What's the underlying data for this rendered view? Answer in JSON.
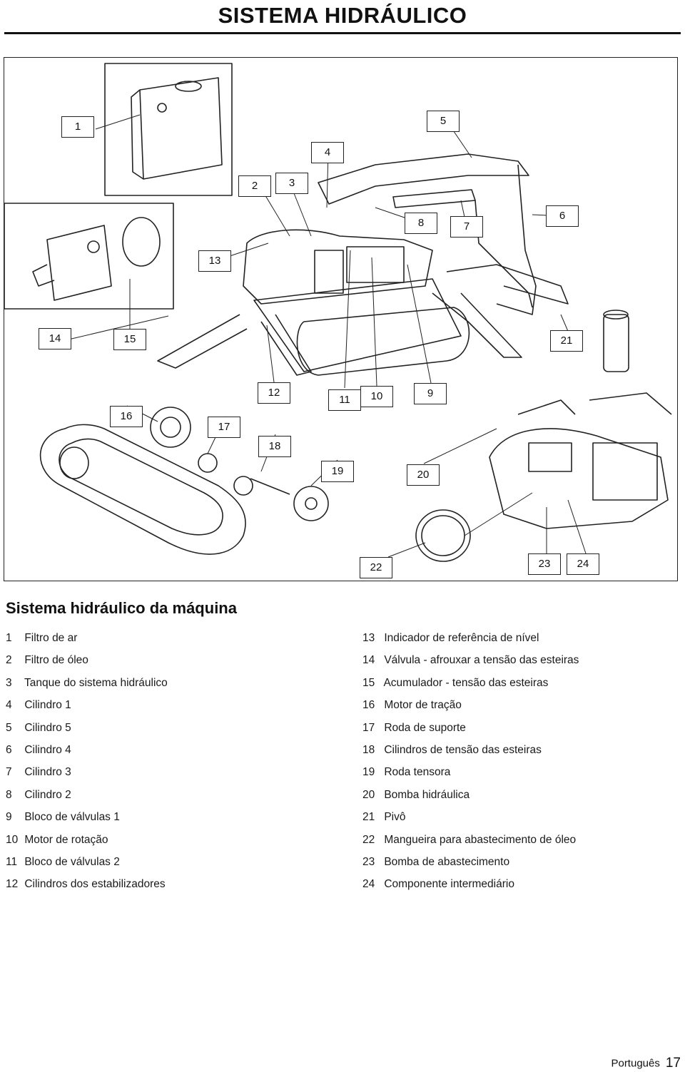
{
  "header": {
    "title": "SISTEMA HIDRÁULICO"
  },
  "figure": {
    "callouts": [
      "1",
      "2",
      "3",
      "4",
      "5",
      "6",
      "7",
      "8",
      "9",
      "10",
      "11",
      "12",
      "13",
      "14",
      "15",
      "16",
      "17",
      "18",
      "19",
      "20",
      "21",
      "22",
      "23",
      "24"
    ]
  },
  "legend": {
    "heading": "Sistema hidráulico da máquina",
    "left": [
      {
        "num": "1",
        "label": "Filtro de ar"
      },
      {
        "num": "2",
        "label": "Filtro de óleo"
      },
      {
        "num": "3",
        "label": "Tanque do sistema hidráulico"
      },
      {
        "num": "4",
        "label": "Cilindro 1"
      },
      {
        "num": "5",
        "label": "Cilindro 5"
      },
      {
        "num": "6",
        "label": "Cilindro 4"
      },
      {
        "num": "7",
        "label": "Cilindro 3"
      },
      {
        "num": "8",
        "label": "Cilindro 2"
      },
      {
        "num": "9",
        "label": "Bloco de válvulas 1"
      },
      {
        "num": "10",
        "label": "Motor de rotação"
      },
      {
        "num": "11",
        "label": "Bloco de válvulas 2"
      },
      {
        "num": "12",
        "label": "Cilindros dos estabilizadores"
      }
    ],
    "right": [
      {
        "num": "13",
        "label": "Indicador de referência de nível"
      },
      {
        "num": "14",
        "label": "Válvula - afrouxar a tensão das esteiras"
      },
      {
        "num": "15",
        "label": "Acumulador - tensão das esteiras"
      },
      {
        "num": "16",
        "label": "Motor de tração"
      },
      {
        "num": "17",
        "label": "Roda de suporte"
      },
      {
        "num": "18",
        "label": "Cilindros de tensão das esteiras"
      },
      {
        "num": "19",
        "label": "Roda tensora"
      },
      {
        "num": "20",
        "label": "Bomba hidráulica"
      },
      {
        "num": "21",
        "label": "Pivô"
      },
      {
        "num": "22",
        "label": "Mangueira para abastecimento de óleo"
      },
      {
        "num": "23",
        "label": "Bomba de abastecimento"
      },
      {
        "num": "24",
        "label": "Componente intermediário"
      }
    ]
  },
  "footer": {
    "language": "Português",
    "page_number": "17"
  }
}
